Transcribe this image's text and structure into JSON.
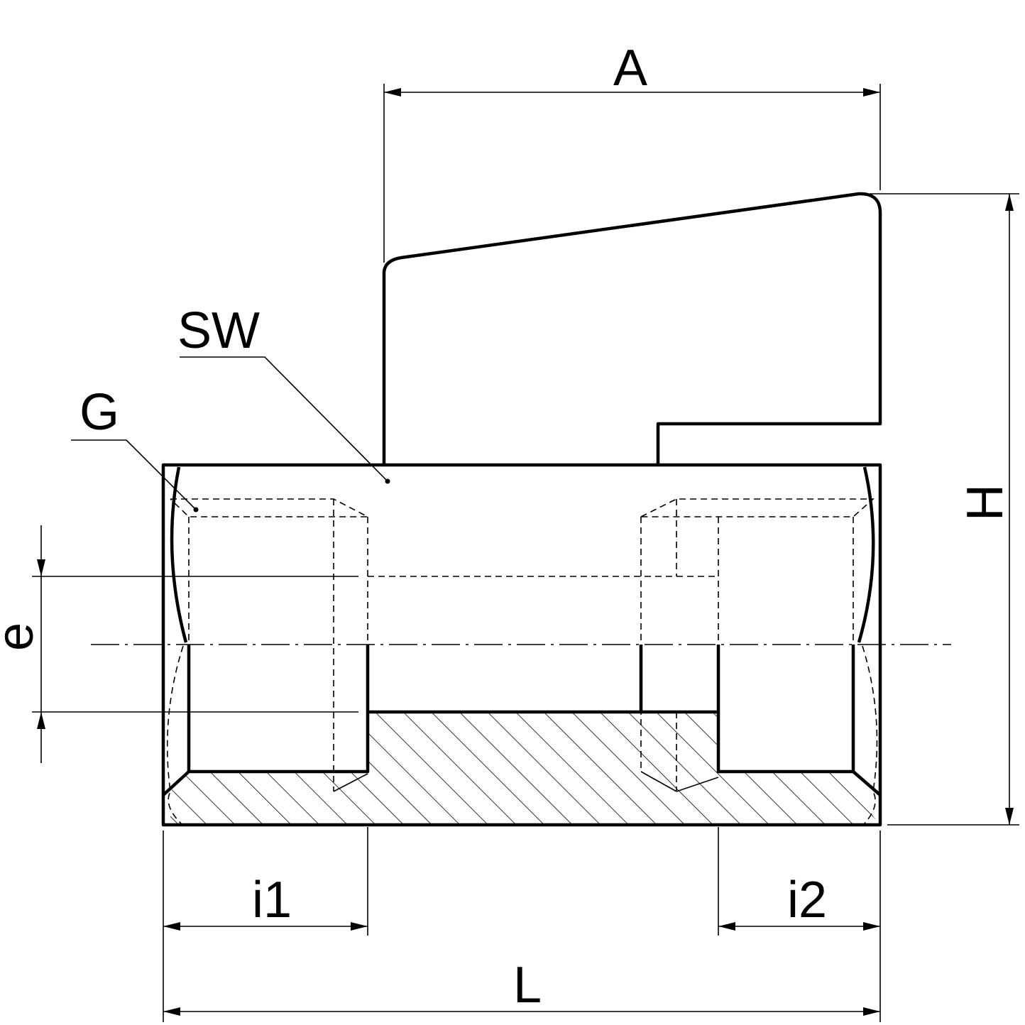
{
  "drawing": {
    "title": "Mini ball valve female/female dimension drawing",
    "labels": {
      "A": "A",
      "H": "H",
      "e": "e",
      "i1": "i1",
      "i2": "i2",
      "L": "L",
      "SW": "SW",
      "G": "G"
    },
    "colors": {
      "line": "#000000",
      "background": "#ffffff"
    }
  }
}
